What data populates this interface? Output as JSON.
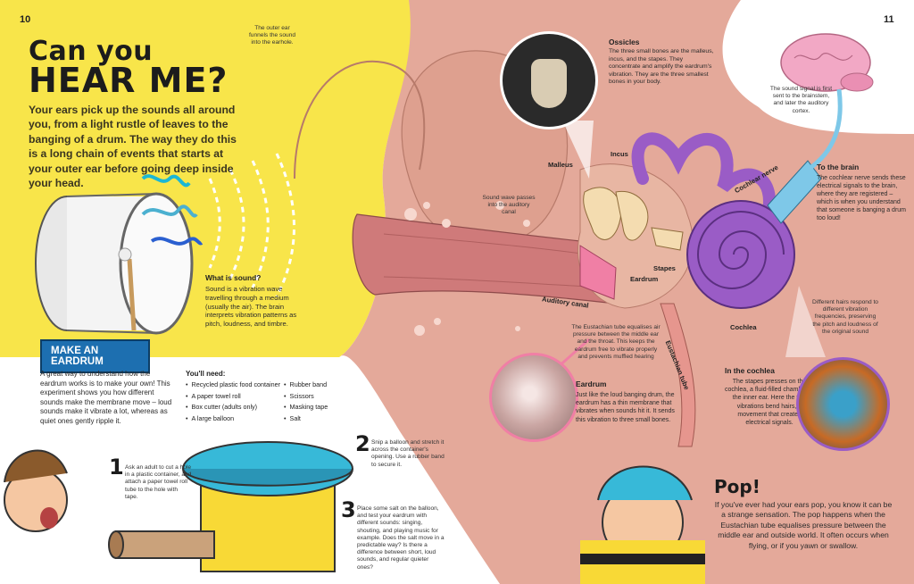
{
  "pages": {
    "left_number": "10",
    "right_number": "11"
  },
  "title": {
    "line1": "Can you",
    "line2": "HEAR ME?"
  },
  "intro": "Your ears pick up the sounds all around you, from a light rustle of leaves to the banging of a drum. The way they do this is a long chain of events that starts at your outer ear before going deep inside your head.",
  "callouts": {
    "outer_ear": "The outer ear funnels the sound into the earhole.",
    "sound_wave": "Sound wave passes into the auditory canal",
    "brain_signal": "The sound signal is first sent to the brainstem, and later the auditory cortex.",
    "eustachian": "The Eustachian tube equalises air pressure between the middle ear and the throat. This keeps the eardrum free to vibrate properly and prevents muffled hearing",
    "hairs": "Different hairs respond to different vibration frequencies, preserving the pitch and loudness of the original sound"
  },
  "what_is_sound": {
    "heading": "What is sound?",
    "body": "Sound is a vibration wave travelling through a medium (usually the air). The brain interprets vibration patterns as pitch, loudness, and timbre."
  },
  "ossicles": {
    "heading": "Ossicles",
    "body": "The three small bones are the malleus, incus, and the stapes. They concentrate and amplify the eardrum's vibration. They are the three smallest bones in your body."
  },
  "to_the_brain": {
    "heading": "To the brain",
    "body": "The cochlear nerve sends these electrical signals to the brain, where they are registered – which is when you understand that someone is banging a drum too loud!"
  },
  "eardrum_box": {
    "heading": "Eardrum",
    "body": "Just like the loud banging drum, the eardrum has a thin membrane that vibrates when sounds hit it. It sends this vibration to three small bones."
  },
  "in_the_cochlea": {
    "heading": "In the cochlea",
    "body": "The stapes presses on the cochlea, a fluid-filled chamber in the inner ear. Here the tiny vibrations bend hairs, a movement that creates electrical signals."
  },
  "labels": {
    "malleus": "Malleus",
    "incus": "Incus",
    "stapes": "Stapes",
    "eardrum": "Eardrum",
    "auditory_canal": "Auditory canal",
    "eustachian_tube": "Eustachian tube",
    "cochlear_nerve": "Cochlear nerve",
    "cochlea": "Cochlea"
  },
  "experiment": {
    "banner": "MAKE AN EARDRUM",
    "intro": "A great way to understand how the eardrum works is to make your own! This experiment shows you how different sounds make the membrane move – loud sounds make it vibrate a lot, whereas as quiet ones gently ripple it.",
    "need_heading": "You'll need:",
    "need_col1": [
      "Recycled plastic food container",
      "A paper towel roll",
      "Box cutter (adults only)",
      "A large balloon"
    ],
    "need_col2": [
      "Rubber band",
      "Scissors",
      "Masking tape",
      "Salt"
    ],
    "steps": [
      {
        "num": "1",
        "text": "Ask an adult to cut a hole in a plastic container, and attach a paper towel roll tube to the hole with tape."
      },
      {
        "num": "2",
        "text": "Snip a balloon and stretch it across the container's opening. Use a rubber band to secure it."
      },
      {
        "num": "3",
        "text": "Place some salt on the balloon, and test your eardrum with different sounds: singing, shouting, and playing music for example. Does the salt move in a predictable way? Is there a difference between short, loud sounds, and regular quieter ones?"
      }
    ]
  },
  "pop": {
    "heading": "Pop!",
    "body": "If you've ever had your ears pop, you know it can be a strange sensation. The pop happens when the Eustachian tube equalises pressure between the middle ear and outside world. It often occurs when flying, or if you yawn or swallow."
  },
  "colors": {
    "yellow": "#f8e54a",
    "skin": "#e4a99a",
    "banner": "#1d6fb0",
    "cochlea": "#9a5cc6"
  }
}
